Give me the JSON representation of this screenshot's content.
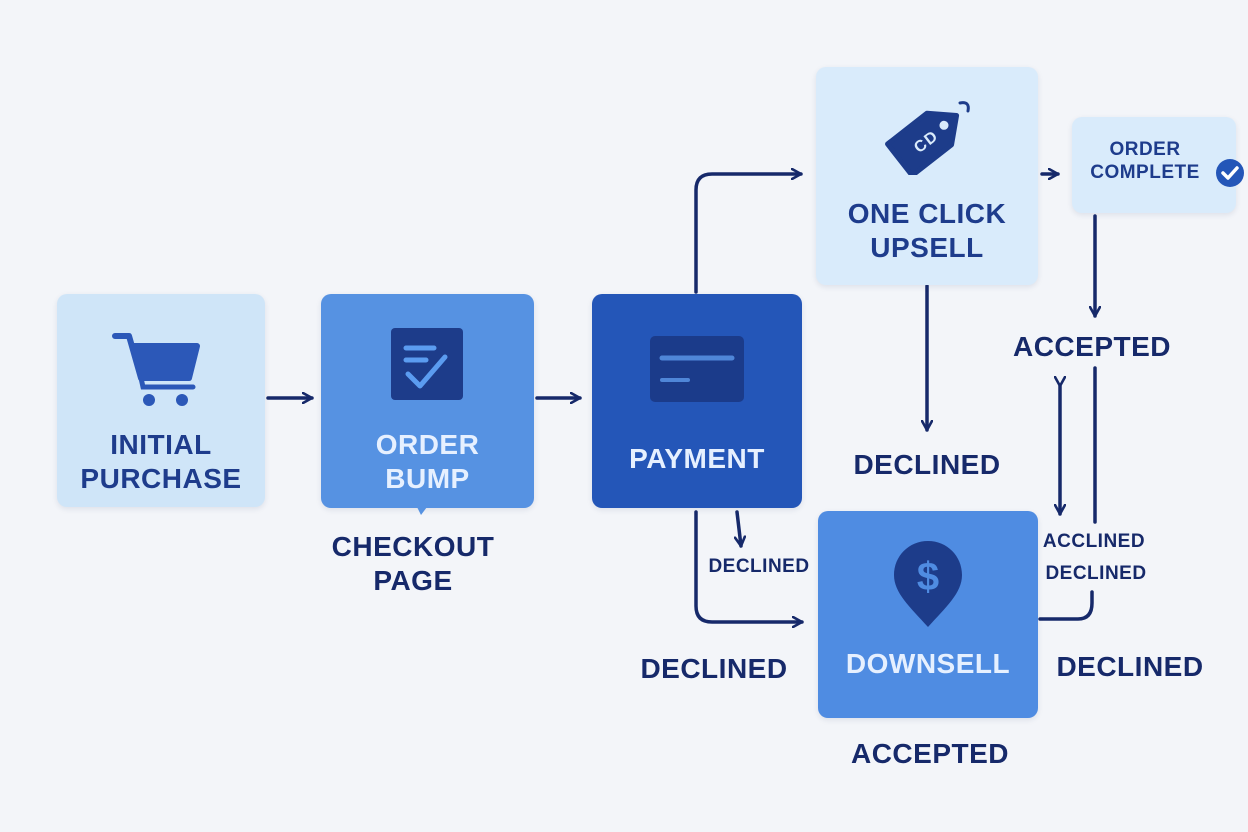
{
  "nodes": {
    "initial_purchase": {
      "line1": "INITIAL",
      "line2": "PURCHASE"
    },
    "order_bump": {
      "line1": "ORDER",
      "line2": "BUMP"
    },
    "payment": {
      "label": "PAYMENT"
    },
    "one_click_upsell": {
      "line1": "ONE CLICK",
      "line2": "UPSELL"
    },
    "order_complete": {
      "line1": "ORDER",
      "line2": "COMPLETE"
    },
    "downsell": {
      "label": "DOWNSELL"
    }
  },
  "labels": {
    "checkout_page_1": "CHECKOUT",
    "checkout_page_2": "PAGE",
    "accepted_top": "ACCEPTED",
    "declined_upsell": "DECLINED",
    "declined_small": "DECLINED",
    "acclined": "ACCLINED",
    "declined_side": "DECLINED",
    "declined_left": "DECLINED",
    "declined_right": "DECLINED",
    "accepted_bottom": "ACCEPTED"
  },
  "colors": {
    "light_box": "#cfe5f8",
    "medium_box": "#5692e2",
    "dark_box": "#2456b8",
    "arrow": "#16296a",
    "icon_dark": "#1e3c8c"
  }
}
